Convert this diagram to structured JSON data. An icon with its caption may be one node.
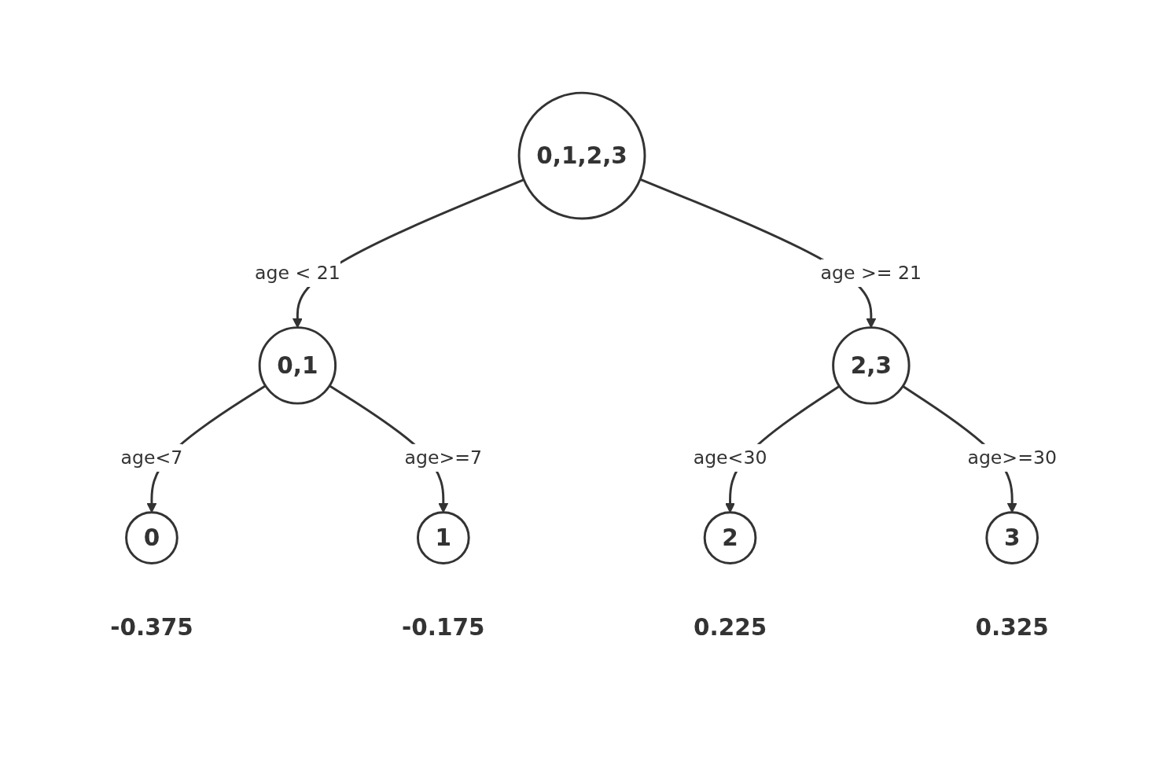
{
  "diagram": {
    "nodes": [
      {
        "text": [
          "0,1,2,3"
        ]
      },
      {
        "text": [
          "0,1"
        ]
      },
      {
        "text": [
          "2,3"
        ]
      },
      {
        "text": [
          "0"
        ],
        "beside": [
          "-0.375"
        ]
      },
      {
        "text": [
          "1"
        ],
        "beside": [
          "-0.175"
        ]
      },
      {
        "text": [
          "2"
        ],
        "beside": [
          "0.225"
        ]
      },
      {
        "text": [
          "3"
        ],
        "beside": [
          "0.325"
        ]
      }
    ],
    "edges": [
      {
        "from": 0,
        "to": 1,
        "arrow": "to",
        "label": "age < 21"
      },
      {
        "from": 0,
        "to": 2,
        "arrow": "to",
        "label": "age >= 21"
      },
      {
        "from": 1,
        "to": 3,
        "arrow": "to",
        "label": "age<7"
      },
      {
        "from": 1,
        "to": 4,
        "arrow": "to",
        "label": "age>=7"
      },
      {
        "from": 2,
        "to": 5,
        "arrow": "to",
        "label": "age<30"
      },
      {
        "from": 2,
        "to": 6,
        "arrow": "to",
        "label": "age>=30"
      }
    ]
  }
}
